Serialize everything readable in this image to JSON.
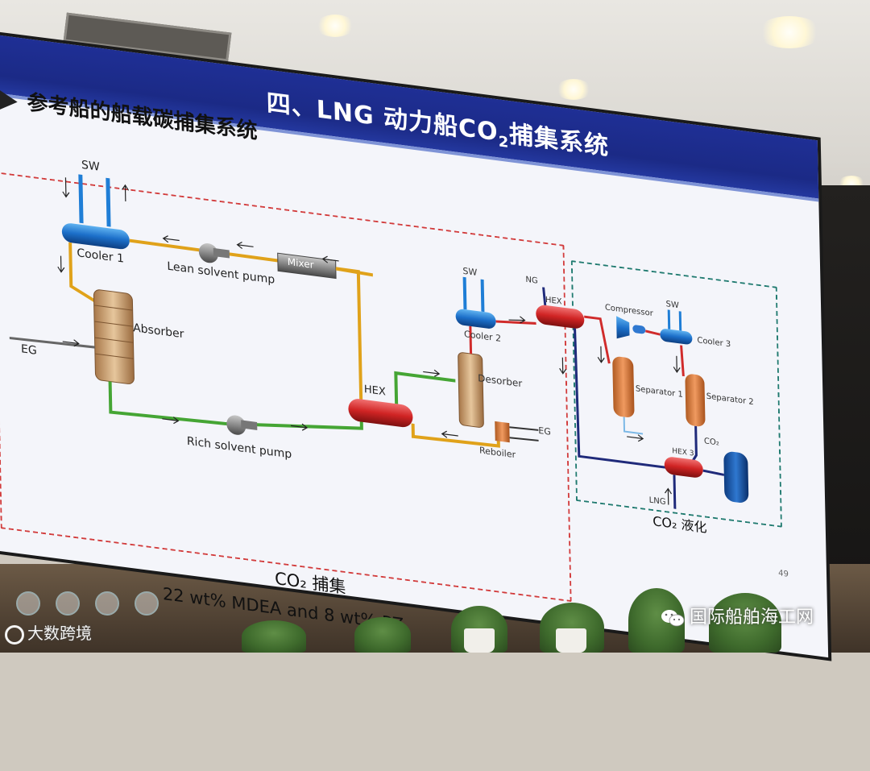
{
  "slide": {
    "title_prefix": "四、LNG 动力船CO",
    "title_sub": "2",
    "title_suffix": "捕集系统",
    "subtitle": "参考船的船载碳捕集系统",
    "capture_label": "CO₂ 捕集",
    "formula": "22 wt% MDEA and 8 wt% PZ",
    "liquefaction_label": "CO₂ 液化",
    "page_number": "49"
  },
  "diagram": {
    "sw_left": "SW",
    "cooler1": "Cooler 1",
    "lean_pump": "Lean solvent pump",
    "mixer": "Mixer",
    "absorber": "Absorber",
    "eg_left": "EG",
    "hex_mid": "HEX",
    "rich_pump": "Rich solvent pump",
    "sw_mid": "SW",
    "cooler2": "Cooler 2",
    "desorber": "Desorber",
    "eg_right": "EG",
    "reboiler": "Reboiler",
    "ng": "NG",
    "hex_top": "HEX",
    "compressor": "Compressor",
    "sw_right": "SW",
    "cooler3": "Cooler 3",
    "separator1": "Separator 1",
    "separator2": "Separator 2",
    "co2_out": "CO₂",
    "hex3": "HEX 3",
    "lng": "LNG"
  },
  "watermarks": {
    "left": "大数跨境",
    "right": "国际船舶海工网"
  },
  "colors": {
    "banner": "#1f2f95",
    "capture_border": "#d23b3b",
    "liquefaction_border": "#1f7a6f",
    "lean_line": "#e0a21a",
    "rich_line": "#45a534",
    "hot_line": "#d02b2b",
    "cold_line": "#1f2a7a"
  }
}
